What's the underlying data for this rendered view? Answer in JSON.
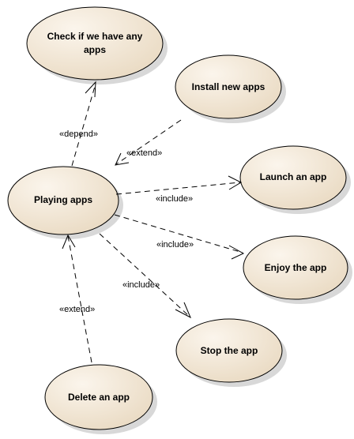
{
  "colors": {
    "usecase_fill": "#f2e6d4",
    "usecase_stroke": "#000000",
    "line": "#000000",
    "shadow": "#b0b0b0"
  },
  "usecases": {
    "check_apps": {
      "line1": "Check if we have any",
      "line2": "apps"
    },
    "install": {
      "label": "Install new apps"
    },
    "playing": {
      "label": "Playing apps"
    },
    "launch": {
      "label": "Launch an app"
    },
    "enjoy": {
      "label": "Enjoy the app"
    },
    "stop": {
      "label": "Stop the app"
    },
    "delete": {
      "label": "Delete an app"
    }
  },
  "relations": {
    "depend": "«depend»",
    "extend_install": "«extend»",
    "include_launch": "«include»",
    "include_enjoy": "«include»",
    "include_stop": "«include»",
    "extend_delete": "«extend»"
  }
}
